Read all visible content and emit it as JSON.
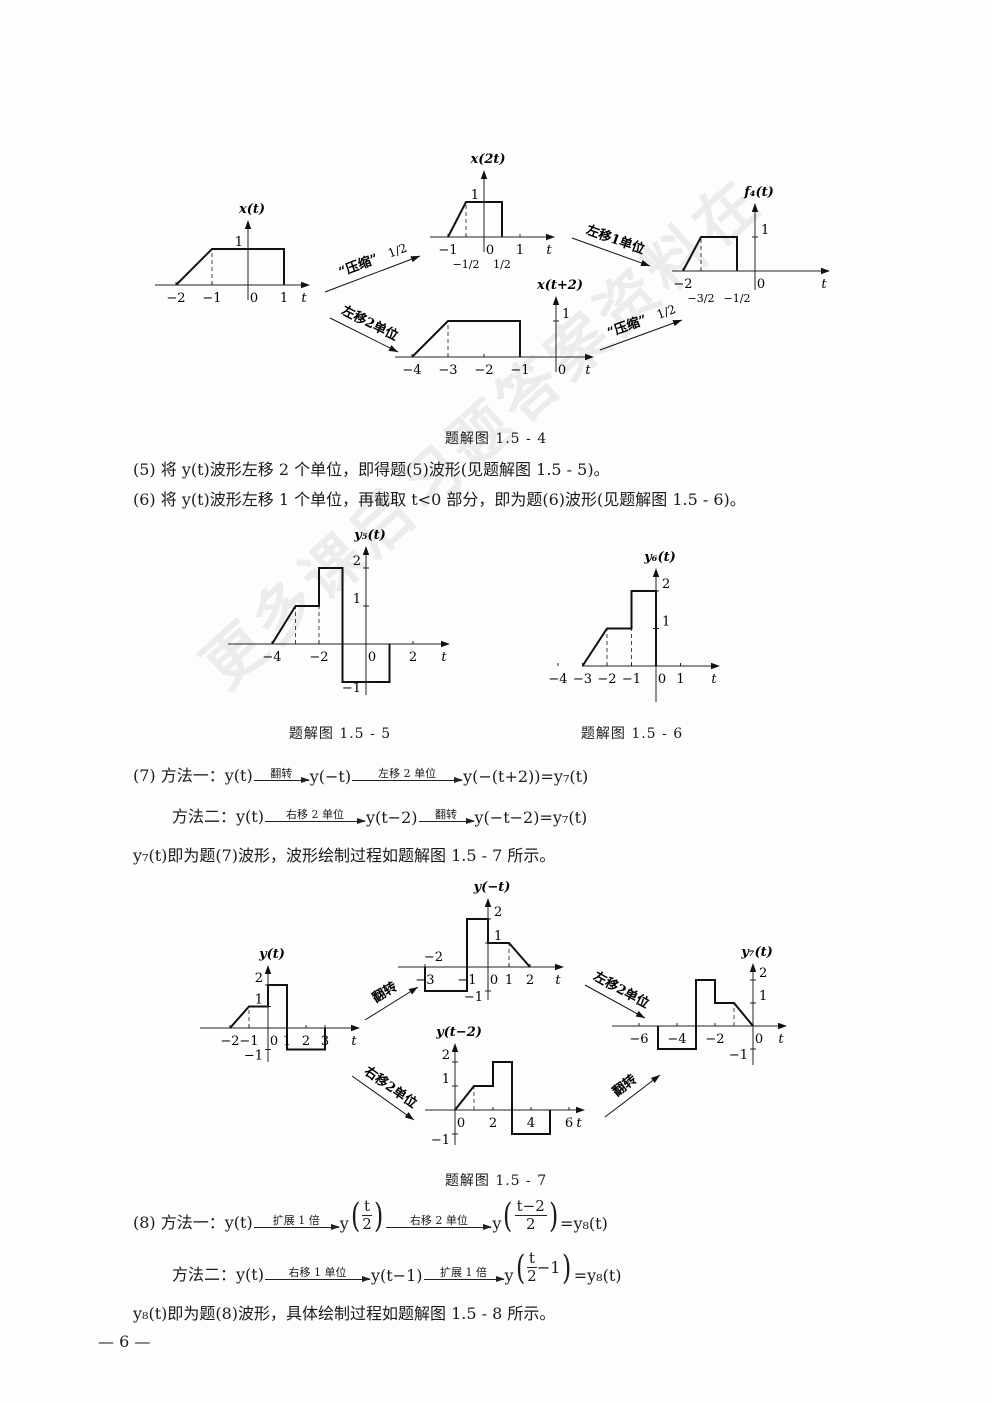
{
  "watermark": "更多课后习题答案资料在",
  "captions": {
    "fig4": "题解图 1.5 - 4",
    "fig5": "题解图 1.5 - 5",
    "fig6": "题解图 1.5 - 6",
    "fig7": "题解图 1.5 - 7"
  },
  "page_number": "— 6 —",
  "lines": {
    "p5": [
      {
        "t": "(5) 将 y(t)波形左移 2 个单位，即得题(5)波形(见题解图 1.5 - 5)。"
      }
    ],
    "p6": [
      {
        "t": "(6) 将 y(t)波形左移 1 个单位，再截取 t<0 部分，即为题(6)波形(见题解图 1.5 - 6)。"
      }
    ],
    "p7a": [
      {
        "t": "(7) 方法一：y(t)"
      },
      {
        "a": "翻转"
      },
      {
        "t": "y(−t)"
      },
      {
        "a": "左移 2 单位",
        "w": 110
      },
      {
        "t": "y(−(t+2))=y₇(t)"
      }
    ],
    "p7b": [
      {
        "t": "方法二：y(t)"
      },
      {
        "a": "右移 2 单位",
        "w": 100
      },
      {
        "t": "y(t−2)"
      },
      {
        "a": "翻转"
      },
      {
        "t": "y(−t−2)=y₇(t)"
      }
    ],
    "p7c": [
      {
        "t": "y₇(t)即为题(7)波形，波形绘制过程如题解图 1.5 - 7 所示。"
      }
    ],
    "p8a": [
      {
        "t": "(8) 方法一：y(t)"
      },
      {
        "a": "扩展 1 倍",
        "w": 85
      },
      {
        "t": "y"
      },
      {
        "f": [
          "t",
          "2"
        ]
      },
      {
        "a": "右移 2 单位",
        "w": 105
      },
      {
        "t": "y"
      },
      {
        "f": [
          "t−2",
          "2"
        ]
      },
      {
        "t": "=y₈(t)"
      }
    ],
    "p8b": [
      {
        "t": "方法二：y(t)"
      },
      {
        "a": "右移 1 单位",
        "w": 105
      },
      {
        "t": "y(t−1)"
      },
      {
        "a": "扩展 1 倍",
        "w": 80
      },
      {
        "t": "y"
      },
      {
        "f": [
          "t",
          "2"
        ],
        "in": "−1"
      },
      {
        "t": "=y₈(t)"
      }
    ],
    "p8c": [
      {
        "t": "y₈(t)即为题(8)波形，具体绘制过程如题解图 1.5 - 8 所示。"
      }
    ]
  },
  "plots": {
    "xt": {
      "label": "x(t)",
      "points": [
        [
          -2,
          0
        ],
        [
          -1,
          1
        ],
        [
          1,
          1
        ],
        [
          1,
          0
        ]
      ],
      "dashed": [
        -1
      ],
      "xticks": [
        [
          -2,
          "−2"
        ],
        [
          -1,
          "−1"
        ],
        [
          0,
          "0"
        ],
        [
          1,
          "1"
        ]
      ],
      "yticks": [
        [
          1,
          "1"
        ]
      ]
    },
    "x2t": {
      "label": "x(2t)",
      "points": [
        [
          -1,
          0
        ],
        [
          -0.5,
          1
        ],
        [
          0.5,
          1
        ],
        [
          0.5,
          0
        ]
      ],
      "dashed": [
        -0.5
      ],
      "xticks": [
        [
          -1,
          "−1"
        ],
        [
          -0.5,
          "−1/2"
        ],
        [
          0,
          "0"
        ],
        [
          0.5,
          "1/2"
        ],
        [
          1,
          "1"
        ]
      ],
      "yticks": [
        [
          1,
          "1"
        ]
      ]
    },
    "f4": {
      "label": "f₄(t)",
      "points": [
        [
          -2,
          0
        ],
        [
          -1.5,
          1
        ],
        [
          -0.5,
          1
        ],
        [
          -0.5,
          0
        ]
      ],
      "dashed": [
        -1.5
      ],
      "xticks": [
        [
          -2,
          "−2"
        ],
        [
          -1.5,
          "−3/2"
        ],
        [
          -0.5,
          "−1/2"
        ],
        [
          0,
          "0"
        ]
      ],
      "yticks": [
        [
          1,
          "1"
        ]
      ]
    },
    "xt2": {
      "label": "x(t+2)",
      "points": [
        [
          -4,
          0
        ],
        [
          -3,
          1
        ],
        [
          -1,
          1
        ],
        [
          -1,
          0
        ]
      ],
      "dashed": [
        -3
      ],
      "xticks": [
        [
          -4,
          "−4"
        ],
        [
          -3,
          "−3"
        ],
        [
          -2,
          "−2"
        ],
        [
          -1,
          "−1"
        ],
        [
          0,
          "0"
        ]
      ],
      "yticks": [
        [
          1,
          "1"
        ]
      ]
    },
    "y5": {
      "label": "y₅(t)",
      "points": [
        [
          -4,
          0
        ],
        [
          -3,
          1
        ],
        [
          -2,
          1
        ],
        [
          -2,
          2
        ],
        [
          -1,
          2
        ],
        [
          -1,
          -1
        ],
        [
          1,
          -1
        ],
        [
          1,
          0
        ]
      ],
      "dashed": [
        -3,
        -2
      ],
      "xticks": [
        [
          -4,
          "−4"
        ],
        [
          -2,
          "−2"
        ],
        [
          0,
          "0"
        ],
        [
          2,
          "2"
        ]
      ],
      "yticks": [
        [
          2,
          "2"
        ],
        [
          1,
          "1"
        ],
        [
          -1,
          "−1"
        ]
      ]
    },
    "y6": {
      "label": "y₆(t)",
      "points": [
        [
          -3,
          0
        ],
        [
          -2,
          1
        ],
        [
          -1,
          1
        ],
        [
          -1,
          2
        ],
        [
          0,
          2
        ],
        [
          0,
          0
        ]
      ],
      "dashed": [
        -2,
        -1
      ],
      "xticks": [
        [
          -4,
          "−4"
        ],
        [
          -3,
          "−3"
        ],
        [
          -2,
          "−2"
        ],
        [
          -1,
          "−1"
        ],
        [
          0,
          "0"
        ],
        [
          1,
          "1"
        ]
      ],
      "yticks": [
        [
          2,
          "2"
        ],
        [
          1,
          "1"
        ]
      ]
    },
    "yt": {
      "label": "y(t)",
      "points": [
        [
          -2,
          0
        ],
        [
          -1,
          1
        ],
        [
          0,
          1
        ],
        [
          0,
          2
        ],
        [
          1,
          2
        ],
        [
          1,
          -1
        ],
        [
          3,
          -1
        ],
        [
          3,
          0
        ]
      ],
      "dashed": [
        -1
      ],
      "xticks": [
        [
          -2,
          "−2"
        ],
        [
          -1,
          "−1"
        ],
        [
          0,
          "0"
        ],
        [
          1,
          "1"
        ],
        [
          2,
          "2"
        ],
        [
          3,
          "3"
        ]
      ],
      "yticks": [
        [
          2,
          "2"
        ],
        [
          1,
          "1"
        ],
        [
          -1,
          "−1"
        ]
      ]
    },
    "ymt": {
      "label": "y(−t)",
      "points": [
        [
          -3,
          0
        ],
        [
          -3,
          -1
        ],
        [
          -1,
          -1
        ],
        [
          -1,
          2
        ],
        [
          0,
          2
        ],
        [
          0,
          1
        ],
        [
          1,
          1
        ],
        [
          2,
          0
        ]
      ],
      "dashed": [
        1
      ],
      "xticks": [
        [
          -3,
          "−3"
        ],
        [
          -1,
          "−1"
        ],
        [
          0,
          "0"
        ],
        [
          1,
          "1"
        ],
        [
          2,
          "2"
        ]
      ],
      "yticks": [
        [
          2,
          "2"
        ],
        [
          1,
          "1"
        ],
        [
          -1,
          "−1"
        ]
      ],
      "extra": "−2"
    },
    "yt2": {
      "label": "y(t−2)",
      "points": [
        [
          0,
          0
        ],
        [
          1,
          1
        ],
        [
          2,
          1
        ],
        [
          2,
          2
        ],
        [
          3,
          2
        ],
        [
          3,
          -1
        ],
        [
          5,
          -1
        ],
        [
          5,
          0
        ]
      ],
      "dashed": [
        1
      ],
      "xticks": [
        [
          0,
          "0"
        ],
        [
          2,
          "2"
        ],
        [
          4,
          "4"
        ],
        [
          6,
          "6"
        ]
      ],
      "yticks": [
        [
          2,
          "2"
        ],
        [
          1,
          "1"
        ],
        [
          -1,
          "−1"
        ]
      ]
    },
    "y7": {
      "label": "y₇(t)",
      "points": [
        [
          -5,
          0
        ],
        [
          -5,
          -1
        ],
        [
          -3,
          -1
        ],
        [
          -3,
          2
        ],
        [
          -2,
          2
        ],
        [
          -2,
          1
        ],
        [
          -1,
          1
        ],
        [
          0,
          0
        ]
      ],
      "dashed": [
        -1
      ],
      "xticks": [
        [
          -6,
          "−6"
        ],
        [
          -4,
          "−4"
        ],
        [
          -2,
          "−2"
        ],
        [
          0,
          "0"
        ]
      ],
      "yticks": [
        [
          2,
          "2"
        ],
        [
          1,
          "1"
        ],
        [
          -1,
          "−1"
        ]
      ]
    }
  },
  "axis_var": "t",
  "arrows": {
    "a1": {
      "text": "“压缩”",
      "frac": "1/2"
    },
    "a2": {
      "text": "左移1单位"
    },
    "a3": {
      "text": "左移2单位"
    },
    "a4": {
      "text": "“压缩”",
      "frac": "1/2"
    },
    "a5": {
      "text": "翻转"
    },
    "a6": {
      "text": "左移2单位"
    },
    "a7": {
      "text": "右移2单位"
    },
    "a8": {
      "text": "翻转"
    }
  }
}
